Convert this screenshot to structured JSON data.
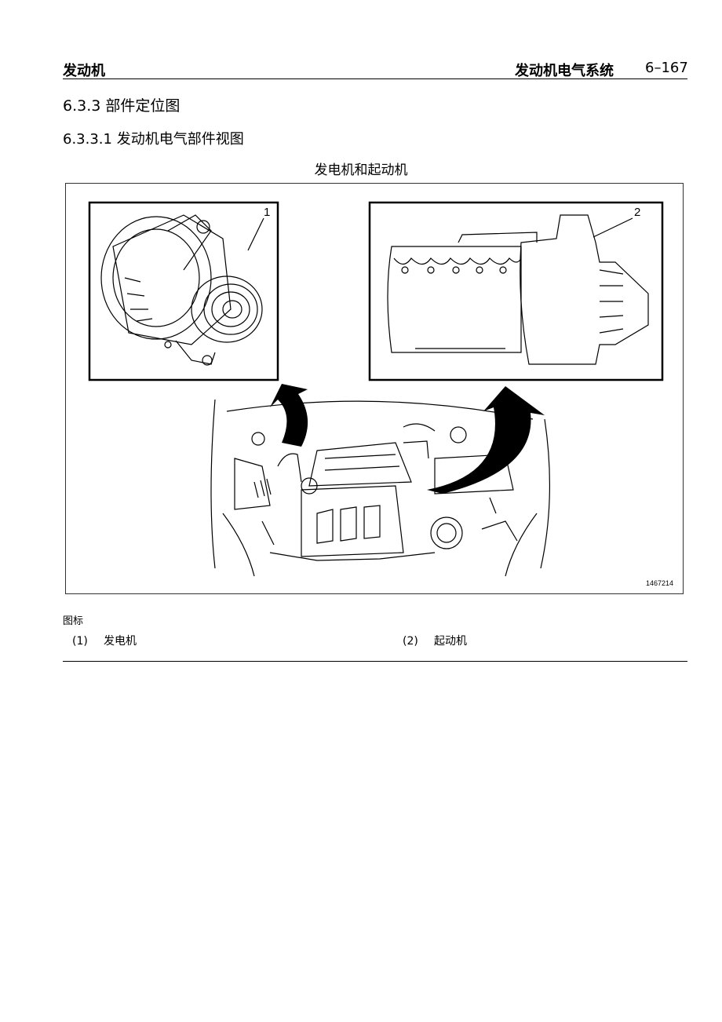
{
  "header": {
    "left_title": "发动机",
    "right_title": "发动机电气系统",
    "page_number": "6–167"
  },
  "section": {
    "heading": "6.3.3 部件定位图",
    "subheading": "6.3.3.1 发动机电气部件视图"
  },
  "figure": {
    "title": "发电机和起动机",
    "callouts": [
      "1",
      "2"
    ],
    "figure_id": "1467214"
  },
  "legend": {
    "title": "图标",
    "items": [
      {
        "number": "(1)",
        "label": "发电机"
      },
      {
        "number": "(2)",
        "label": "起动机"
      }
    ]
  }
}
